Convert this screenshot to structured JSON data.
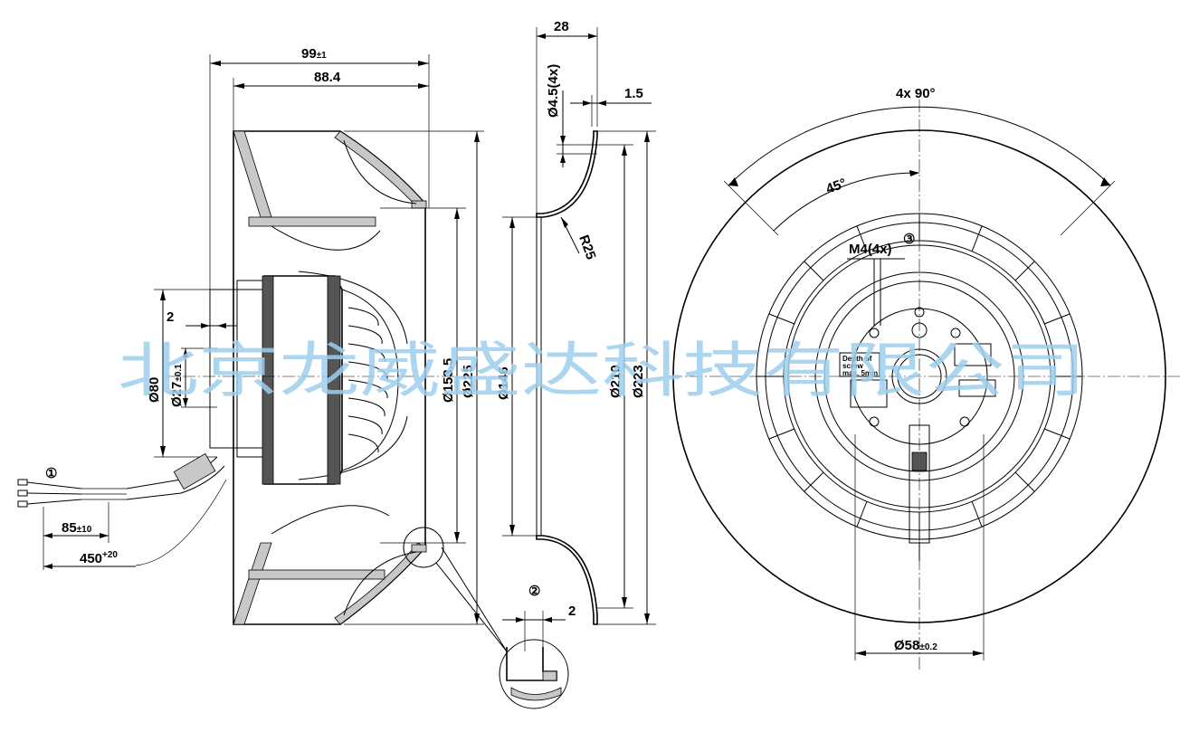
{
  "watermark": "北京龙威盛达科技有限公司",
  "side_view": {
    "width_total": "99",
    "width_total_tol": "±1",
    "width_body": "88.4",
    "flange_offset": "2",
    "dia_80": "Ø80",
    "dia_27": "Ø27",
    "dia_27_tol": "±0.1",
    "dia_153_5": "Ø153.5",
    "dia_225": "Ø225",
    "cable_short": "85",
    "cable_short_tol": "±10",
    "cable_long": "450",
    "cable_long_tol": "+20",
    "callout_1": "①"
  },
  "section_view": {
    "depth": "28",
    "hole": "Ø4.5(4x)",
    "lip": "1.5",
    "radius": "R25",
    "dia_146": "Ø146",
    "dia_210": "Ø210",
    "dia_223": "Ø223",
    "gap": "2",
    "callout_2": "②"
  },
  "front_view": {
    "angle_spacing": "4x 90°",
    "angle_45": "45°",
    "thread": "M4(4x)",
    "callout_3": "③",
    "note_line1": "Depth of",
    "note_line2": "screw",
    "note_line3": "max. 5mm",
    "dia_58": "Ø58",
    "dia_58_tol": "±0.2"
  }
}
